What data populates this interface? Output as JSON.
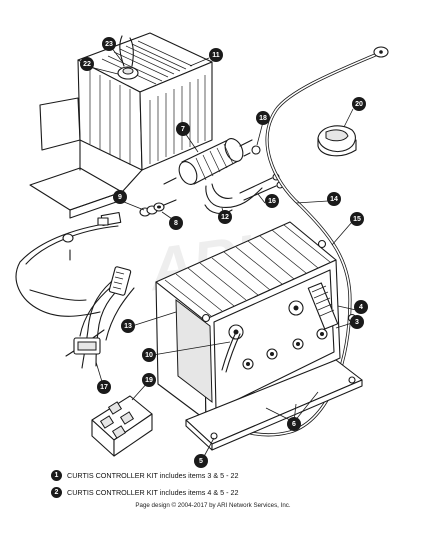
{
  "watermark": "ARI",
  "callouts": [
    {
      "id": "c23",
      "label": "23"
    },
    {
      "id": "c22",
      "label": "22"
    },
    {
      "id": "c11",
      "label": "11"
    },
    {
      "id": "c7",
      "label": "7"
    },
    {
      "id": "c18",
      "label": "18"
    },
    {
      "id": "c20",
      "label": "20"
    },
    {
      "id": "c16",
      "label": "16"
    },
    {
      "id": "c9",
      "label": "9"
    },
    {
      "id": "c8",
      "label": "8"
    },
    {
      "id": "c12",
      "label": "12"
    },
    {
      "id": "c14",
      "label": "14"
    },
    {
      "id": "c15",
      "label": "15"
    },
    {
      "id": "c4",
      "label": "4"
    },
    {
      "id": "c3",
      "label": "3"
    },
    {
      "id": "c13",
      "label": "13"
    },
    {
      "id": "c10",
      "label": "10"
    },
    {
      "id": "c17",
      "label": "17"
    },
    {
      "id": "c19",
      "label": "19"
    },
    {
      "id": "c6",
      "label": "6"
    },
    {
      "id": "c5",
      "label": "5"
    }
  ],
  "legend": [
    {
      "num": "1",
      "text": "CURTIS CONTROLLER KIT includes items 3 & 5 - 22"
    },
    {
      "num": "2",
      "text": "CURTIS CONTROLLER KIT includes items 4 & 5 - 22"
    }
  ],
  "footer": "Page design © 2004-2017 by ARI Network Services, Inc."
}
